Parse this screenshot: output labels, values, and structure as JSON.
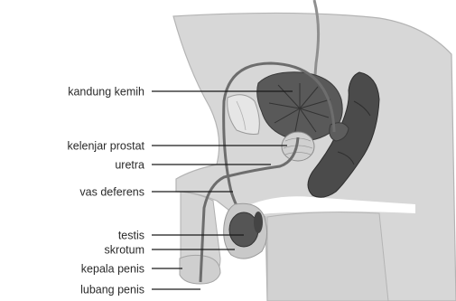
{
  "labels": [
    {
      "key": "bladder",
      "text": "kandung kemih"
    },
    {
      "key": "prostate",
      "text": "kelenjar prostat"
    },
    {
      "key": "urethra",
      "text": "uretra"
    },
    {
      "key": "vas-deferens",
      "text": "vas deferens"
    },
    {
      "key": "testis",
      "text": "testis"
    },
    {
      "key": "scrotum",
      "text": "skrotum"
    },
    {
      "key": "glans",
      "text": "kepala penis"
    },
    {
      "key": "urethral-opening",
      "text": "lubang penis"
    }
  ],
  "colors": {
    "body": "#d7d7d7",
    "body_outline": "#b4b4b4",
    "organ_dark": "#4b4b4b",
    "organ_mid": "#6a6a6a",
    "tube": "#6d6d6d",
    "prostate": "#d0d0d0",
    "bone": "#e6e6e6",
    "leader_line": "#1a1a1a",
    "label_text": "#2a2a2a"
  }
}
